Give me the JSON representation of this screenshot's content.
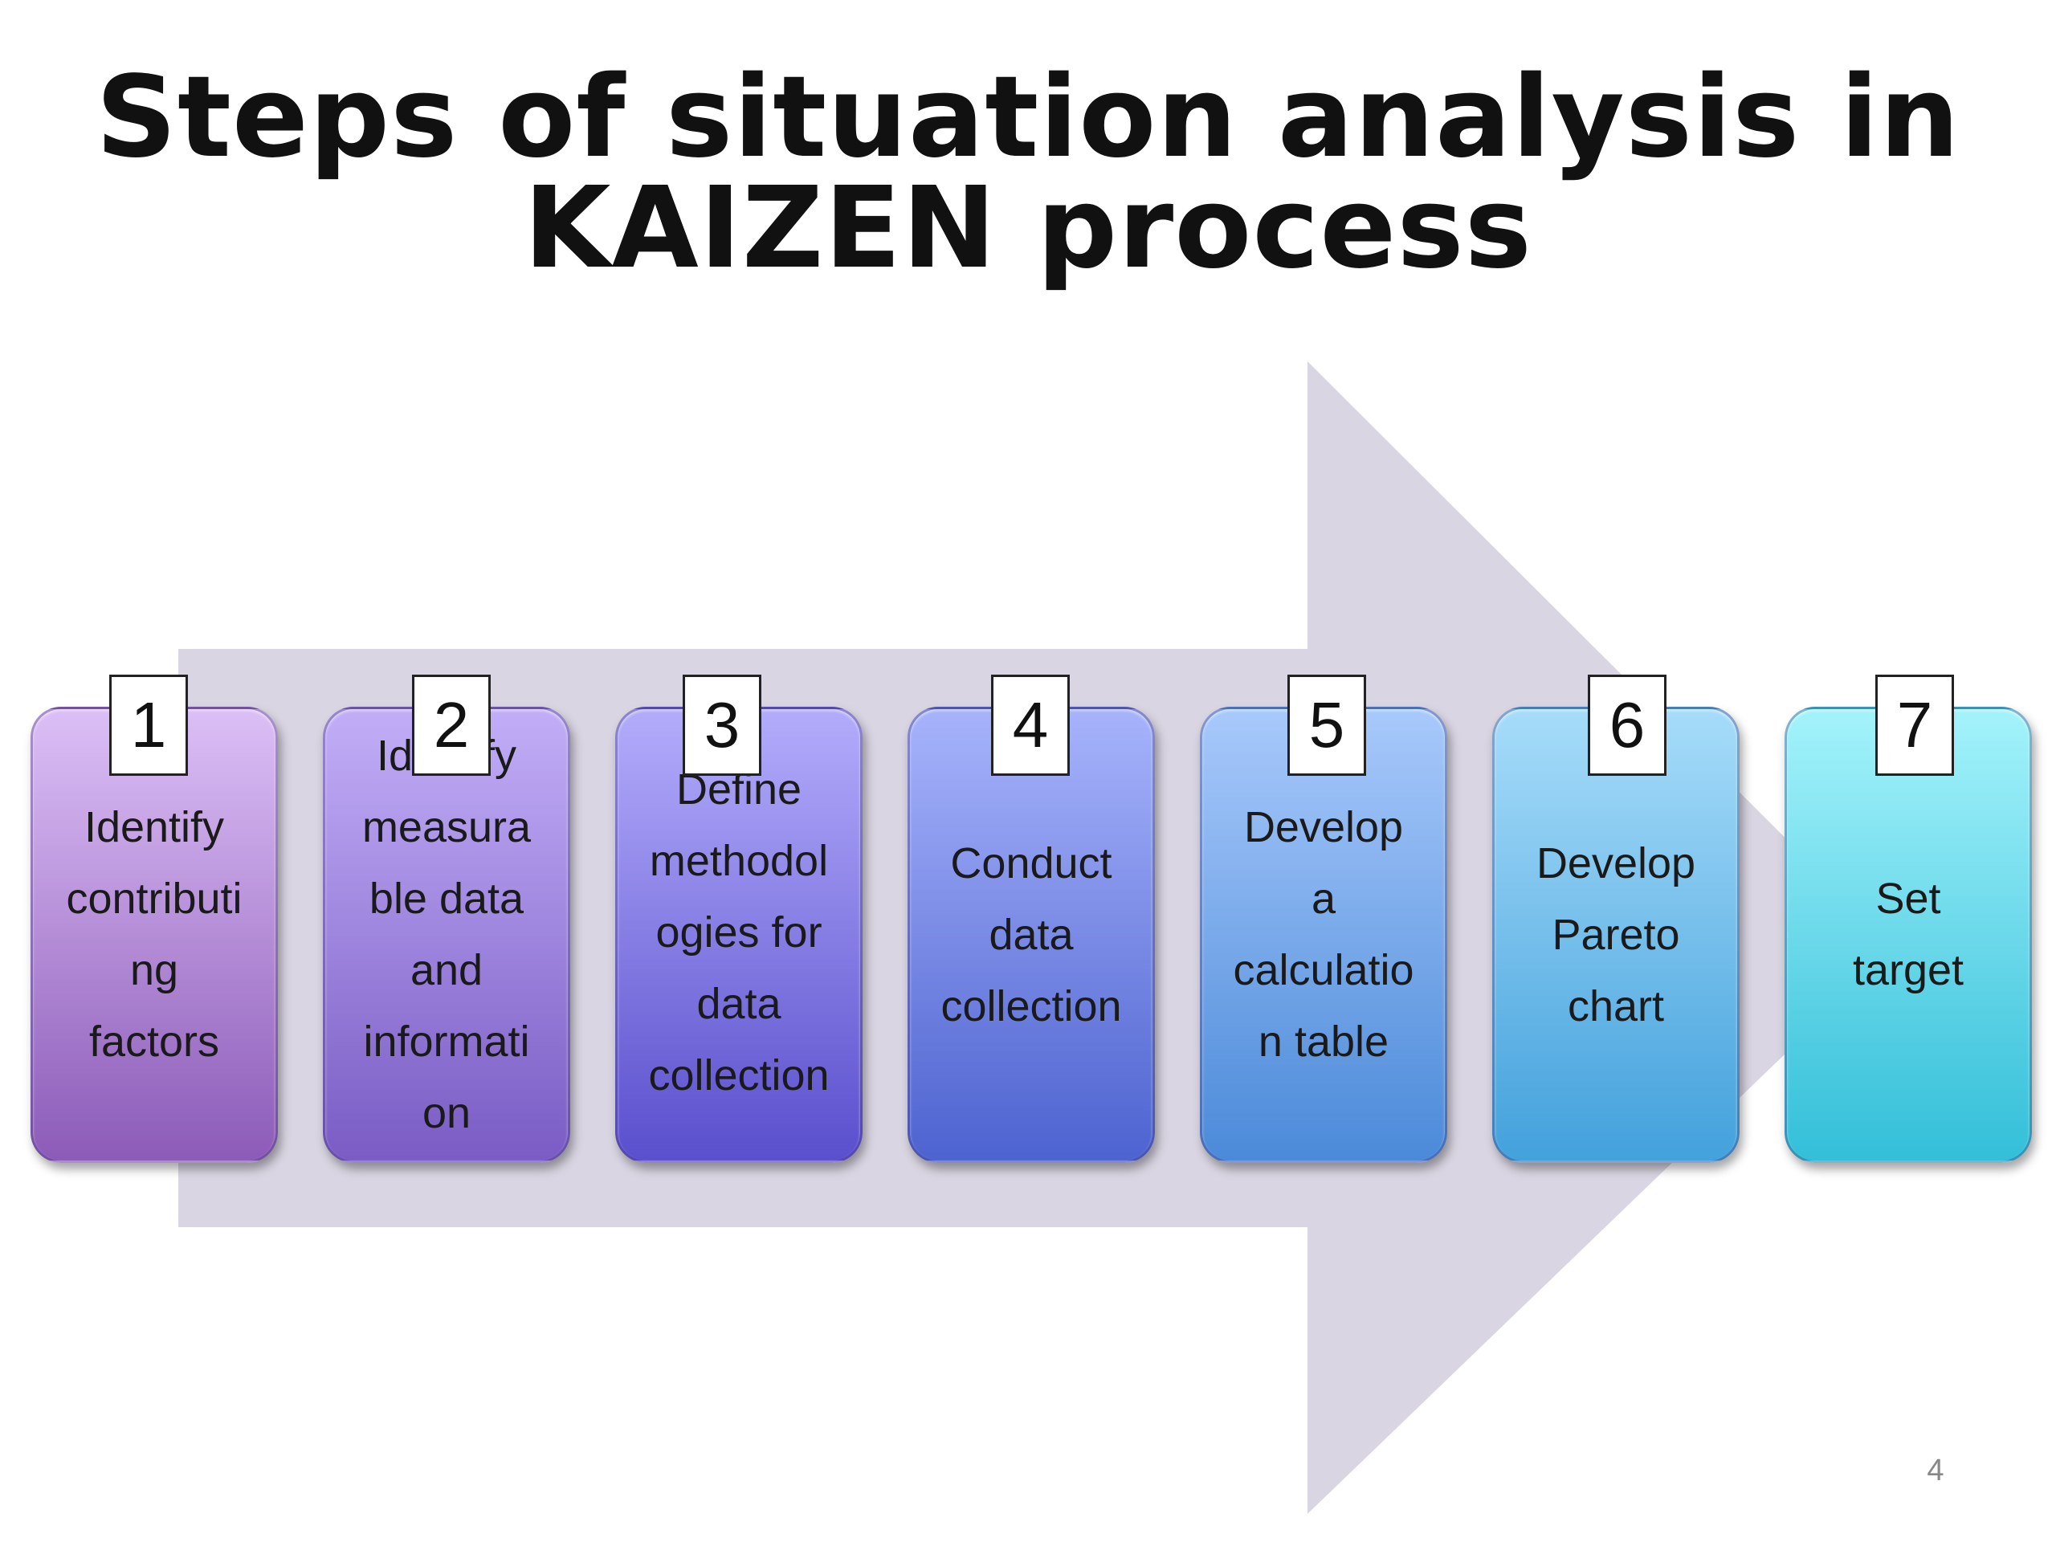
{
  "slide": {
    "title_lines": [
      "Steps of situation analysis in",
      "KAIZEN process"
    ],
    "page_number": "4"
  },
  "colors": {
    "arrow_fill": "#d9d5e2",
    "step_gradients": [
      [
        "#dcbff6",
        "#8c5bb8"
      ],
      [
        "#c2aef7",
        "#7a5cc4"
      ],
      [
        "#b3acfb",
        "#5a4fcd"
      ],
      [
        "#a7b3fb",
        "#4d63d0"
      ],
      [
        "#a8c9fb",
        "#4b8ad9"
      ],
      [
        "#a7dcfa",
        "#43a1dc"
      ],
      [
        "#a4f3fb",
        "#33bfd9"
      ]
    ]
  },
  "steps": [
    {
      "number": "1",
      "text_lines": [
        "Identify",
        "contributi",
        "ng",
        "factors"
      ]
    },
    {
      "number": "2",
      "text_lines": [
        "Identify",
        "measura",
        "ble data",
        "and",
        "informati",
        "on"
      ]
    },
    {
      "number": "3",
      "text_lines": [
        "Define",
        "methodol",
        "ogies for",
        "data",
        "collection"
      ]
    },
    {
      "number": "4",
      "text_lines": [
        "Conduct",
        "data",
        "collection"
      ]
    },
    {
      "number": "5",
      "text_lines": [
        "Develop",
        "a",
        "calculatio",
        "n table"
      ]
    },
    {
      "number": "6",
      "text_lines": [
        "Develop",
        "Pareto",
        "chart"
      ]
    },
    {
      "number": "7",
      "text_lines": [
        "Set",
        "target"
      ]
    }
  ]
}
